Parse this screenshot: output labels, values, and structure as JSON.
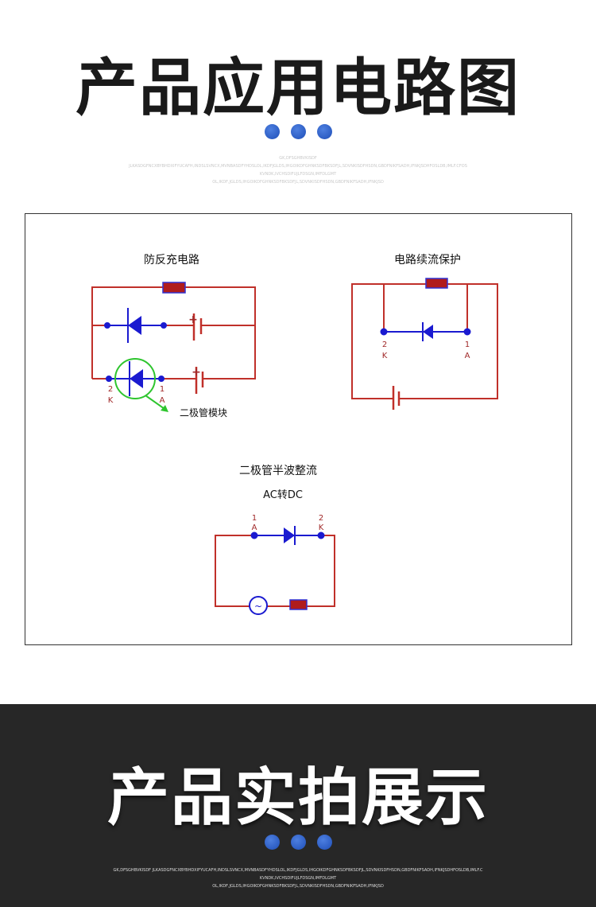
{
  "section1": {
    "title": "产品应用电路图",
    "subtext": [
      "GK,DFSGHBVKISDF JLKASDGFNCXBYBHDXIFYUCAFH,INDSLSVNCX,MVNBASDFYHDSLOL,IKDFJGLDS,IHGOIKDFGHNKSDFBKSDFJL,SDVNKISDFHSDN,GBDFNIKFSADH,IFNKJSDHFOSLDB,IMLF.CFOS",
      "KVNDK,IVCHSDIFUJLFDSGN,IMFDLGMT",
      "OL,IKDF,JGLDS,IHGOIKDFGHNKSDFBKSDFJL,SDVNKISDFHSDN,GBDFNIKFSADH,IFNKJSD"
    ]
  },
  "diagrams": {
    "anti_reverse": {
      "title": "防反充电路",
      "plus": "+",
      "pin2": "2",
      "pinK": "K",
      "pin1": "1",
      "pinA": "A",
      "callout": "二极管模块"
    },
    "freewheel": {
      "title": "电路续流保护",
      "pin2": "2",
      "pinK": "K",
      "pin1": "1",
      "pinA": "A"
    },
    "rectifier": {
      "title": "二极管半波整流",
      "subtitle": "AC转DC",
      "pin1": "1",
      "pinA": "A",
      "pin2": "2",
      "pinK": "K",
      "ac_symbol": "~"
    }
  },
  "section2": {
    "title": "产品实拍展示",
    "subtext": [
      "GK,DFSGHBVKISDF JLKASDGFNCXBYBHDXIFYUCAFH,INDSLSVNCX,MVNBASDFYHDSLOL,IKDFJGLDS,IHGOIKDFGHNKSDFBKSDFJL,SDVNKISDFHSDN,GBDFNIKFSADH,IFNKJSDHFOSLDB,IMLF.C",
      "KVNDK,IVCHSDIFUJLFDSGN,IMFDLGMT",
      "OL,IKDF,JGLDS,IHGOIKDFGHNKSDFBKSDFJL,SDVNKISDFHSDN,GBDFNIKFSADH,IFNKJSD"
    ]
  },
  "colors": {
    "wire": "#c0302a",
    "diode": "#1a1ad0",
    "callout": "#2ec52e",
    "accent_dot": "#2a5fc9",
    "dark_bg": "#272727"
  }
}
